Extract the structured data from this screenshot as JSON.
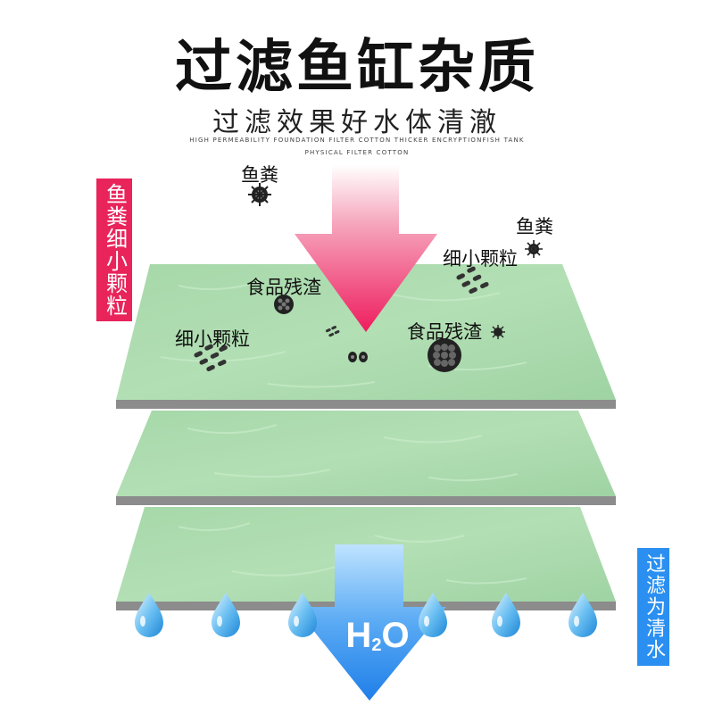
{
  "header": {
    "title": "过滤鱼缸杂质",
    "subtitle": "过滤效果好水体清澈",
    "caption": "HIGH PERMEABILITY FOUNDATION FILTER COTTON THICKER ENCRYPTIONFISH TANK PHYSICAL FILTER COTTON"
  },
  "side_tags": {
    "left": "鱼粪细小颗粒",
    "right": "过滤为清水"
  },
  "labels": {
    "feces_top": "鱼粪",
    "feces_right": "鱼粪",
    "particles_right": "细小颗粒",
    "food_left": "食品残渣",
    "particles_left": "细小颗粒",
    "food_right": "食品残渣"
  },
  "water": {
    "h": "H",
    "sub": "2",
    "o": "O"
  },
  "colors": {
    "pink_arrow": "#ee1d5e",
    "blue_arrow": "#2f8cf0",
    "filter_green": "#a9d9ab",
    "filter_edge": "#8c8c8c",
    "tag_pink": "#e8245a",
    "tag_blue": "#2a8ff0"
  }
}
